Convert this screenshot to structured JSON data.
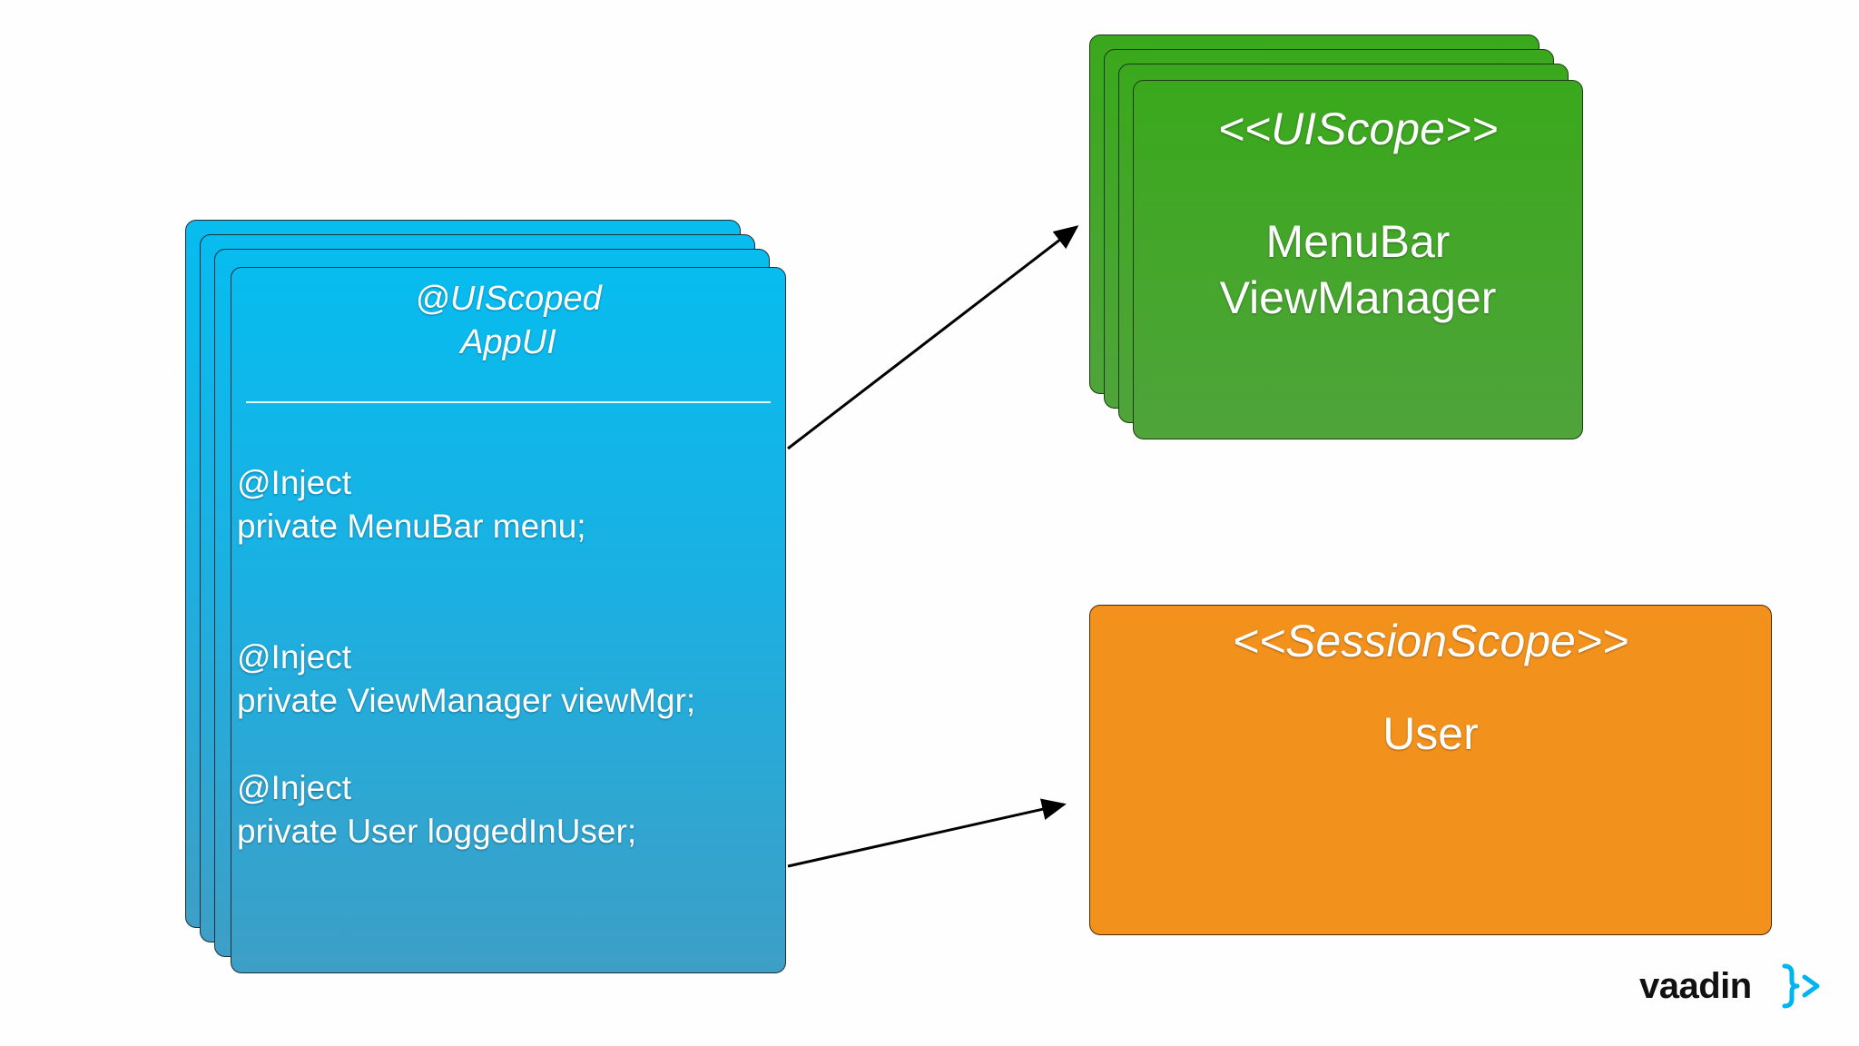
{
  "left_box": {
    "title_line1": "@UIScoped",
    "title_line2": "AppUI",
    "fields": [
      {
        "annotation": "@Inject",
        "declaration": "private MenuBar menu;"
      },
      {
        "annotation": "@Inject",
        "declaration": "private ViewManager viewMgr;"
      },
      {
        "annotation": "@Inject",
        "declaration": "private User loggedInUser;"
      }
    ],
    "color": "#07bcef"
  },
  "ui_scope_box": {
    "scope": "<<UIScope>>",
    "bean_line1": "MenuBar",
    "bean_line2": "ViewManager",
    "color": "#3aa81c"
  },
  "session_scope_box": {
    "scope": "<<SessionScope>>",
    "bean": "User",
    "color": "#f2921d"
  },
  "logo": {
    "word": "vaadin",
    "accent_color": "#00b4f0"
  }
}
